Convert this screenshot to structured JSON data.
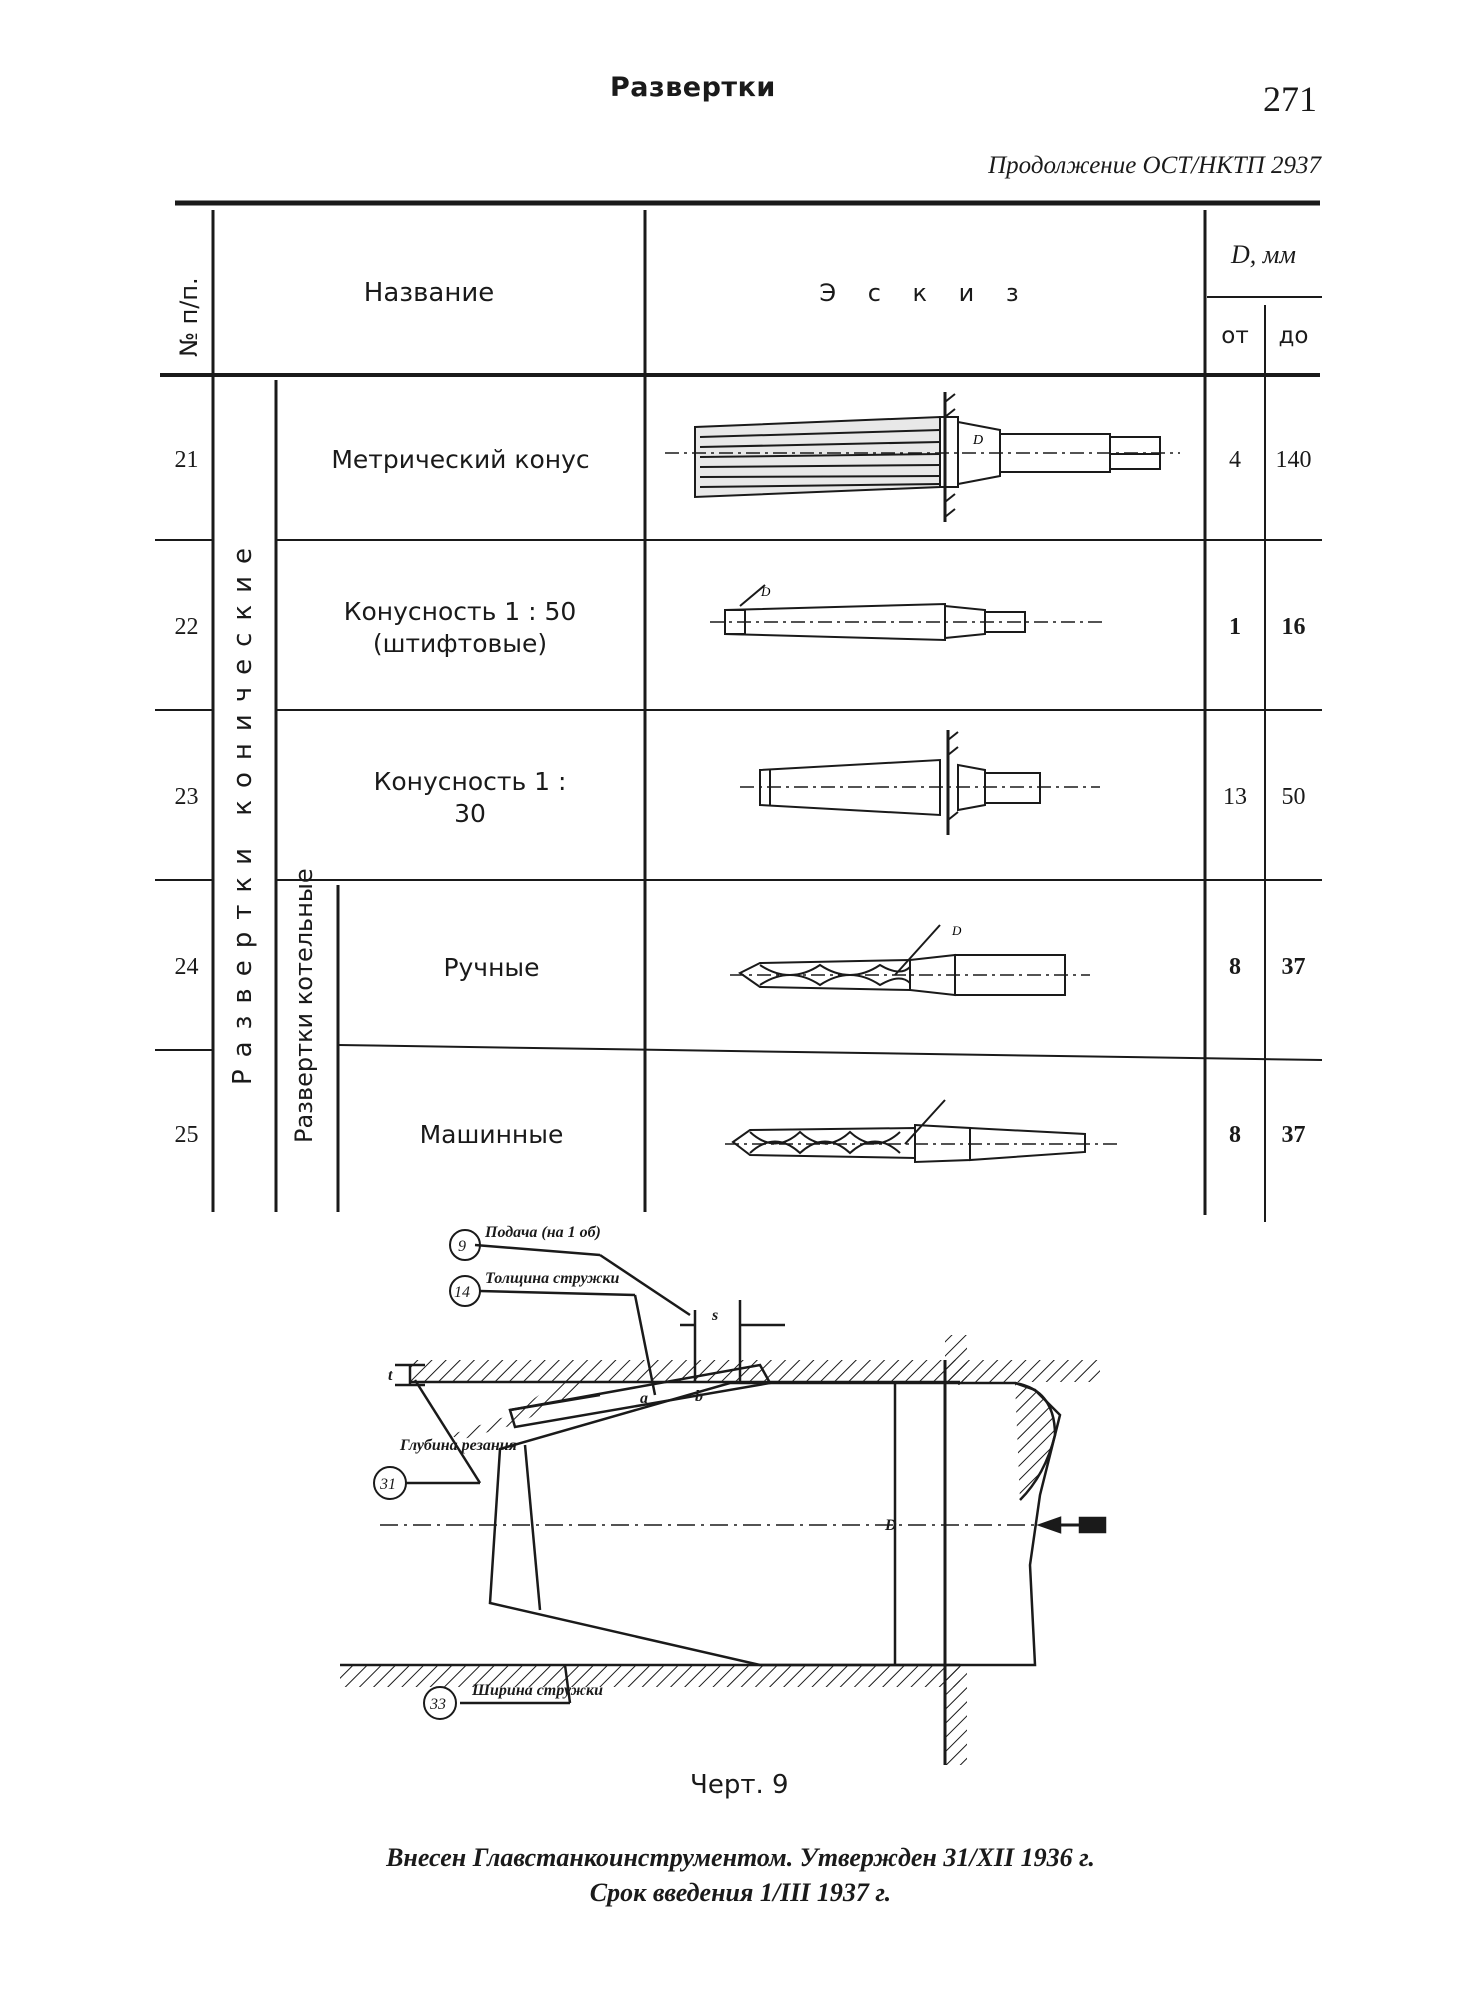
{
  "header": {
    "title": "Развертки",
    "page_number": "271",
    "continuation": "Продолжение ОСТ/НКТП 2937"
  },
  "table": {
    "col_num": "№ п/п.",
    "col_name": "Название",
    "col_sketch": "Э с к и з",
    "col_d": "D, мм",
    "col_from": "от",
    "col_to": "до",
    "group_main": "Развертки конические",
    "group_sub": "Развертки котельные",
    "rows": [
      {
        "num": "21",
        "name": "Метрический конус",
        "from": "4",
        "to": "140"
      },
      {
        "num": "22",
        "name": "Конусность 1 : 50 (штифтовые)",
        "from": "1",
        "to": "16"
      },
      {
        "num": "23",
        "name": "Конусность 1 : 30",
        "from": "13",
        "to": "50"
      },
      {
        "num": "24",
        "name": "Ручные",
        "from": "8",
        "to": "37"
      },
      {
        "num": "25",
        "name": "Машинные",
        "from": "8",
        "to": "37"
      }
    ]
  },
  "figure": {
    "label_feed": "Подача (на 1 об)",
    "label_thickness": "Толщина стружки",
    "label_depth": "Глубина резания",
    "label_width": "Ширина стружки",
    "num_feed": "9",
    "num_thickness": "14",
    "num_depth": "31",
    "num_width": "33",
    "dim_s": "s",
    "dim_a": "a",
    "dim_b": "b",
    "dim_t": "t",
    "dim_D": "D",
    "caption": "Черт. 9"
  },
  "footer": {
    "line1": "Внесен Главстанкоинструментом. Утвержден 31/XII 1936 г.",
    "line2": "Срок введения 1/III 1937 г."
  }
}
